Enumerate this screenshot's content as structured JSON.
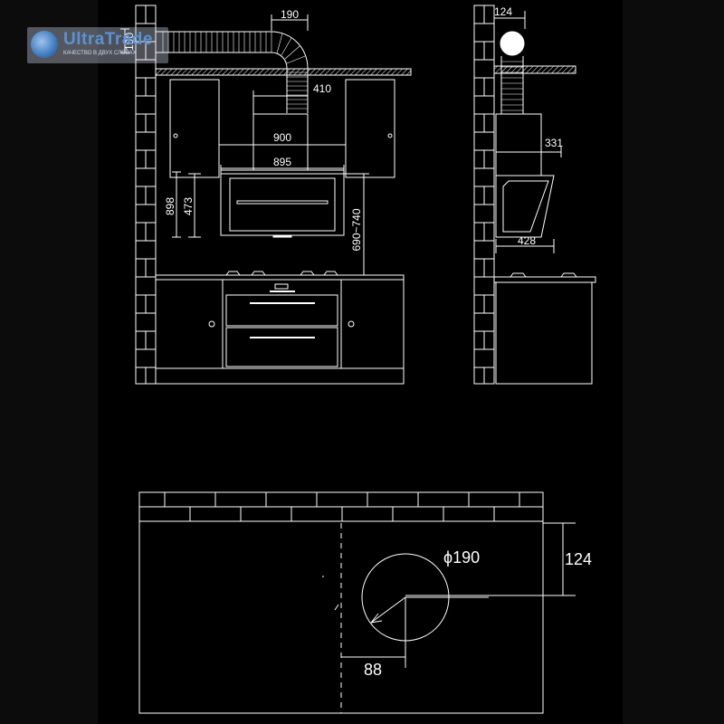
{
  "watermark": {
    "brand": "UltraTrade",
    "tagline": "КАЧЕСТВО В ДВУХ СЛОВАХ"
  },
  "colors": {
    "background": "#0c0c0c",
    "panel": "#000000",
    "line": "#ffffff"
  },
  "front_view": {
    "dims": {
      "duct_width": "190",
      "duct_height": "190",
      "duct_offset": "410",
      "hood_width": "900",
      "panel_width": "895",
      "total_height": "898",
      "hood_height": "473",
      "mount_height": "690~740"
    }
  },
  "side_view": {
    "dims": {
      "duct_diameter": "124",
      "chimney_depth": "331",
      "hood_depth": "428"
    }
  },
  "top_view": {
    "dims": {
      "hole_diameter": "ϕ190",
      "wall_distance": "124",
      "center_offset": "88"
    }
  }
}
